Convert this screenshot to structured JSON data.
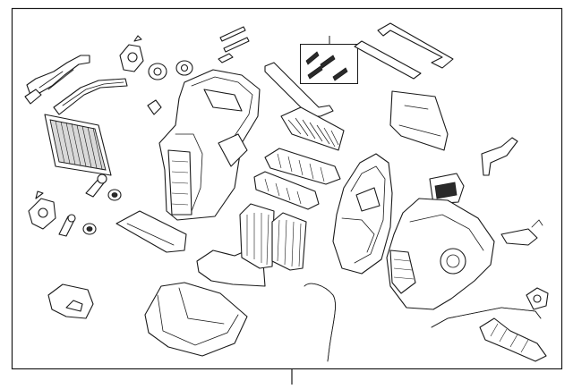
{
  "diagram": {
    "kind": "exploded-parts-view",
    "subject_icon": "hvac-heater-blower-assembly-icon",
    "border": "frame",
    "callout_leader": "bottom-center"
  }
}
